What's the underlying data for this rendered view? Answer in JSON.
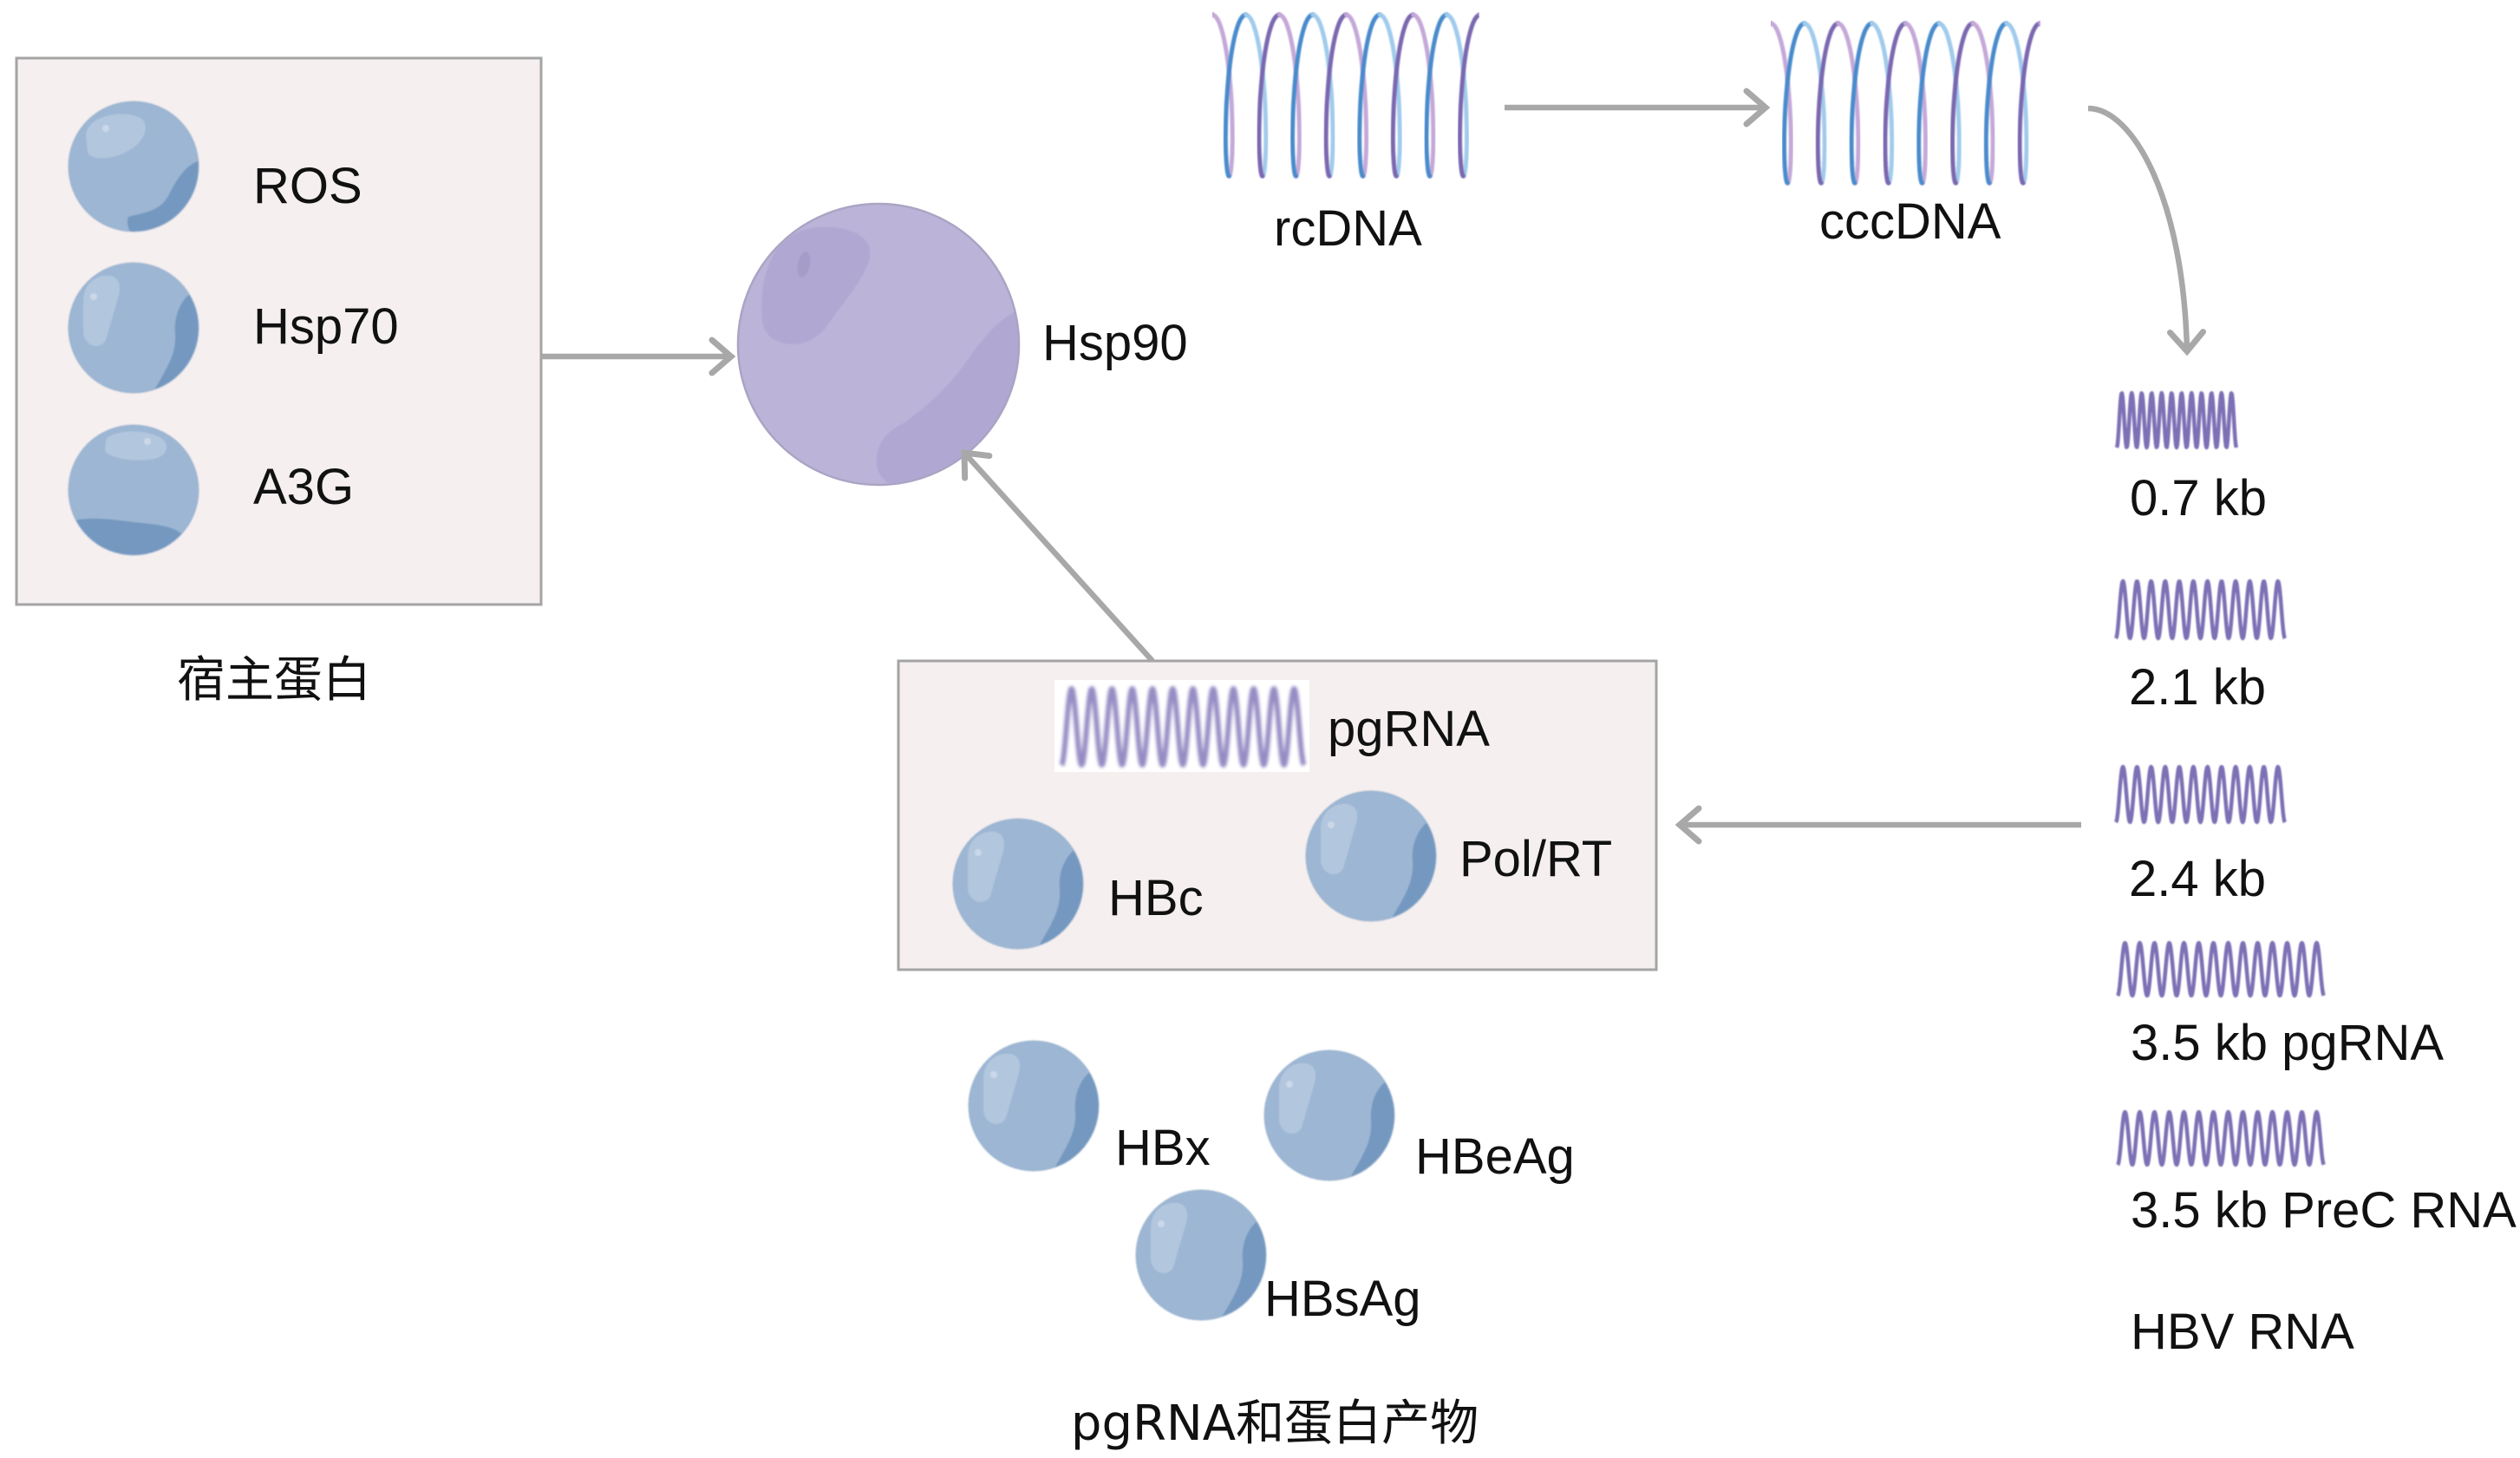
{
  "figure": {
    "host_proteins": {
      "items": [
        {
          "label": "ROS"
        },
        {
          "label": "Hsp70"
        },
        {
          "label": "A3G"
        }
      ],
      "caption": "宿主蛋白"
    },
    "chaperone": {
      "label": "Hsp90"
    },
    "viral_dna": {
      "relaxed_circular": "rcDNA",
      "covalently_closed": "cccDNA"
    },
    "hbv_rna": {
      "transcripts": [
        {
          "label": "0.7 kb"
        },
        {
          "label": "2.1 kb"
        },
        {
          "label": "2.4 kb"
        },
        {
          "label": "3.5 kb pgRNA"
        },
        {
          "label": "3.5 kb PreC RNA"
        }
      ],
      "caption": "HBV RNA"
    },
    "encapsidation_complex": {
      "rna_label": "pgRNA",
      "proteins": [
        {
          "label": "HBc"
        },
        {
          "label": "Pol/RT"
        }
      ]
    },
    "products": {
      "proteins": [
        {
          "label": "HBx"
        },
        {
          "label": "HBeAg"
        },
        {
          "label": "HBsAg"
        }
      ],
      "caption": "pgRNA和蛋白产物"
    },
    "flows": [
      {
        "from": "host_proteins",
        "to": "Hsp90"
      },
      {
        "from": "rcDNA",
        "to": "cccDNA"
      },
      {
        "from": "cccDNA",
        "to": "HBV RNA"
      },
      {
        "from": "HBV RNA",
        "to": "encapsidation_complex"
      },
      {
        "from": "encapsidation_complex",
        "to": "Hsp90"
      }
    ]
  },
  "colors": {
    "panel_bg": "#f5eff0",
    "panel_border": "#a4a4a4",
    "arrow": "#a8a8a8",
    "protein_base": "#9cb6d3",
    "protein_shadow": "#7498c0",
    "protein_highlight": "#b2c6de",
    "hsp90_base": "#bcb4d8",
    "hsp90_shadow": "#b0a8d3",
    "rna": "#7d70b5",
    "text": "#111111",
    "dna_strands": [
      "#c5a8d8",
      "#4a8bcc",
      "#a0cbec",
      "#7a68b0"
    ]
  }
}
